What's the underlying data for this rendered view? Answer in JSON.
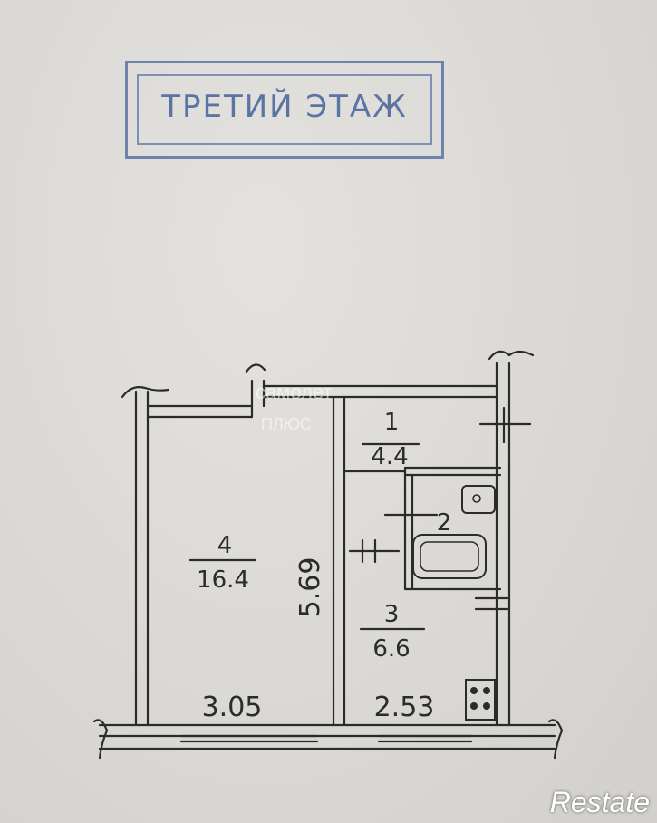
{
  "floor_stamp": "ТРЕТИЙ ЭТАЖ",
  "rooms": [
    {
      "number": "1",
      "area": "4.4"
    },
    {
      "number": "2",
      "area": ""
    },
    {
      "number": "3",
      "area": "6.6"
    },
    {
      "number": "4",
      "area": "16.4"
    }
  ],
  "dimensions": {
    "room4_width": "3.05",
    "room3_width": "2.53",
    "length": "5.69"
  },
  "watermark": {
    "line1": "самолет",
    "line2": "ПЛЮС"
  },
  "logo": "Restate",
  "colors": {
    "stamp": "#5a74a4",
    "ink": "#2b2b2b",
    "paper": "#dcdad6"
  }
}
